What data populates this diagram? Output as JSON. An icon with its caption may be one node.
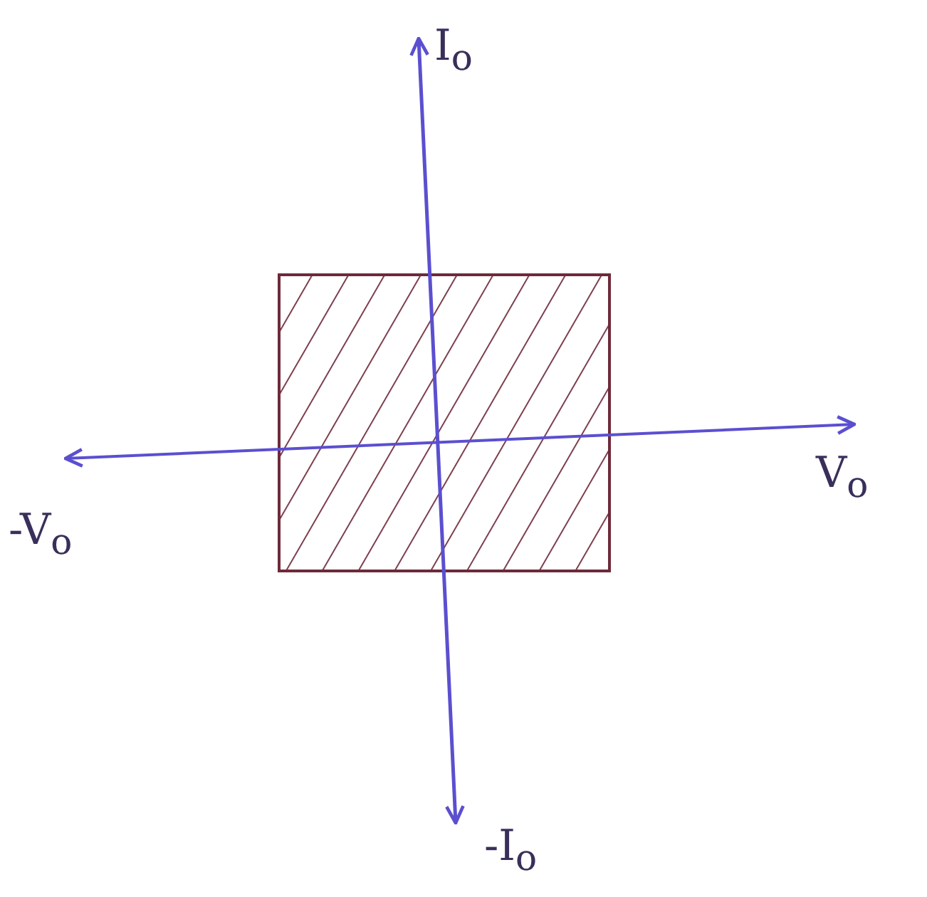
{
  "diagram": {
    "nodes": [
      {
        "text": [],
        "shape": "box"
      }
    ],
    "labels": [
      "I$_{o}$",
      "V$_{o}$",
      "-V$_{o}$",
      "-I$_{o}$"
    ]
  }
}
